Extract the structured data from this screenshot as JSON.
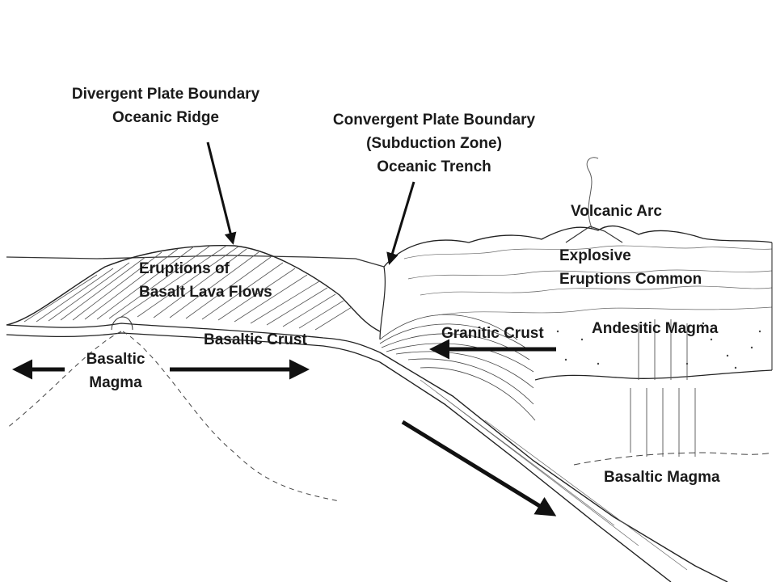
{
  "labels": {
    "divergent_title": "Divergent Plate Boundary",
    "divergent_sub": "Oceanic Ridge",
    "convergent_title": "Convergent Plate Boundary",
    "convergent_sub1": "(Subduction Zone)",
    "convergent_sub2": "Oceanic Trench",
    "volcanic_arc": "Volcanic Arc",
    "explosive1": "Explosive",
    "explosive2": "Eruptions Common",
    "eruptions1": "Eruptions of",
    "eruptions2": "Basalt Lava Flows",
    "basaltic_crust": "Basaltic Crust",
    "granitic_crust": "Granitic Crust",
    "andesitic_magma": "Andesitic Magma",
    "basaltic_magma_left1": "Basaltic",
    "basaltic_magma_left2": "Magma",
    "basaltic_magma_right": "Basaltic Magma"
  },
  "colors": {
    "ink": "#1a1a1a",
    "background": "#ffffff"
  }
}
